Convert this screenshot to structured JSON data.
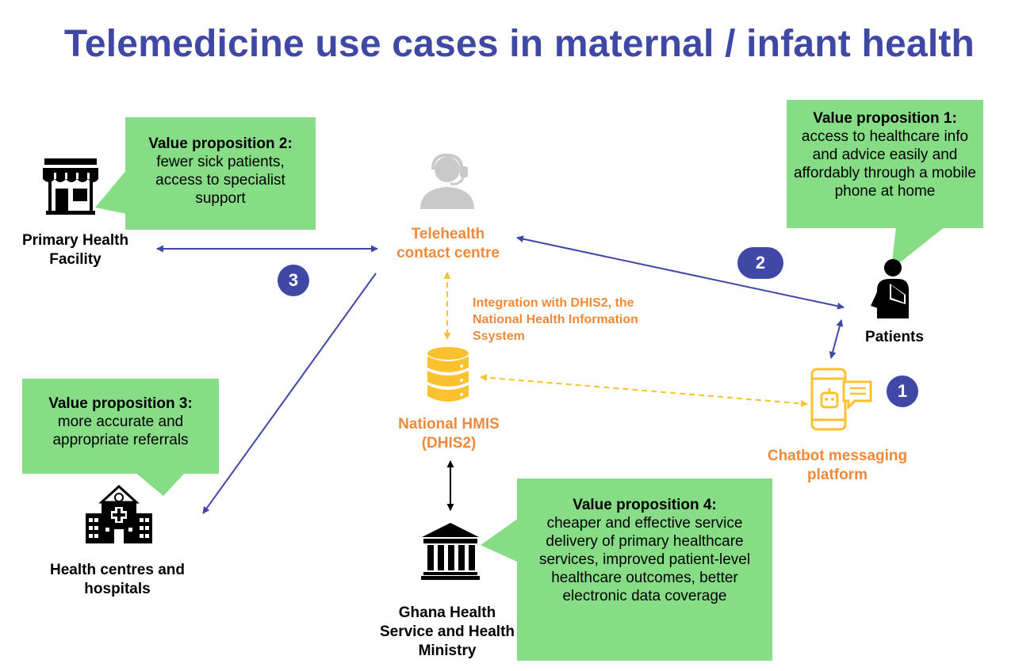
{
  "title": "Telemedicine use cases in maternal / infant health",
  "nodes": {
    "primary_facility": "Primary Health Facility",
    "telehealth": "Telehealth contact centre",
    "patients": "Patients",
    "hmis": "National HMIS (DHIS2)",
    "chatbot": "Chatbot messaging platform",
    "hospitals": "Health centres and hospitals",
    "ministry": "Ghana Health Service and Health Ministry"
  },
  "integration_note": "Integration with DHIS2, the National Health Information Ssystem",
  "value_propositions": [
    {
      "title": "Value proposition 1",
      "body": "access to healthcare info and advice easily and affordably through a mobile phone at home"
    },
    {
      "title": "Value proposition 2:",
      "body": "fewer sick patients, access to specialist support"
    },
    {
      "title": "Value proposition 3:",
      "body": "more accurate and appropriate referrals"
    },
    {
      "title": "Value proposition 4:",
      "body": "cheaper and effective service delivery of primary healthcare services, improved patient-level healthcare outcomes, better electronic data coverage"
    }
  ],
  "badges": {
    "one": "1",
    "two": "2",
    "three": "3"
  },
  "colors": {
    "title": "#3f48a4",
    "callout": "#86dd86",
    "orange_text": "#f08a3a",
    "yellow_icon": "#fcc12f",
    "arrow_blue": "#3f48a4",
    "arrow_yellow": "#fcc12f"
  },
  "icons": {
    "primary_facility": "shop-icon",
    "telehealth": "headset-agent-icon",
    "patients": "patient-icon",
    "hmis": "database-icon",
    "chatbot": "chatbot-phone-icon",
    "hospitals": "hospital-icon",
    "ministry": "government-building-icon"
  }
}
